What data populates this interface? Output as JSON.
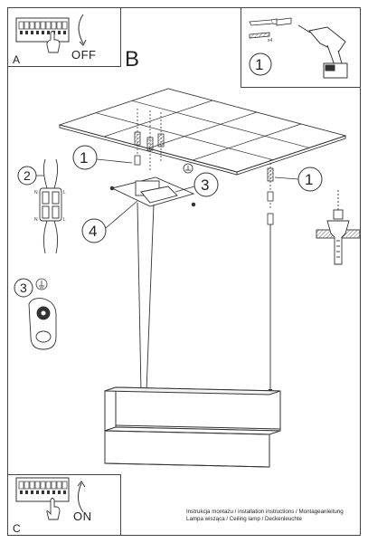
{
  "panel_a": {
    "letter": "A",
    "switch_state": "OFF"
  },
  "panel_c": {
    "letter": "C",
    "switch_state": "ON"
  },
  "section_b": {
    "letter": "B"
  },
  "tools": {
    "step": "1",
    "count_label": "x4"
  },
  "callouts": {
    "rail_left": "1",
    "rail_right": "1",
    "wiring": "2",
    "ground_plate": "3",
    "ground_detail": "3",
    "cable": "4"
  },
  "wiring_labels": {
    "n_top": "N",
    "l_top": "L",
    "n_bottom": "N",
    "l_bottom": "L"
  },
  "footer": {
    "line1": "Instrukcja montażu / installation instructions / Montageanleitung",
    "line2": "Lampa wisząca / Ceiling lamp / Deckenleuchte"
  },
  "icons": [
    "switch-panel-icon",
    "hand-icon",
    "arrow-icon",
    "screw-icon",
    "anchor-icon",
    "drill-icon",
    "ground-icon",
    "terminal-block-icon",
    "ceiling-anchor-icon",
    "lamp-icon"
  ]
}
